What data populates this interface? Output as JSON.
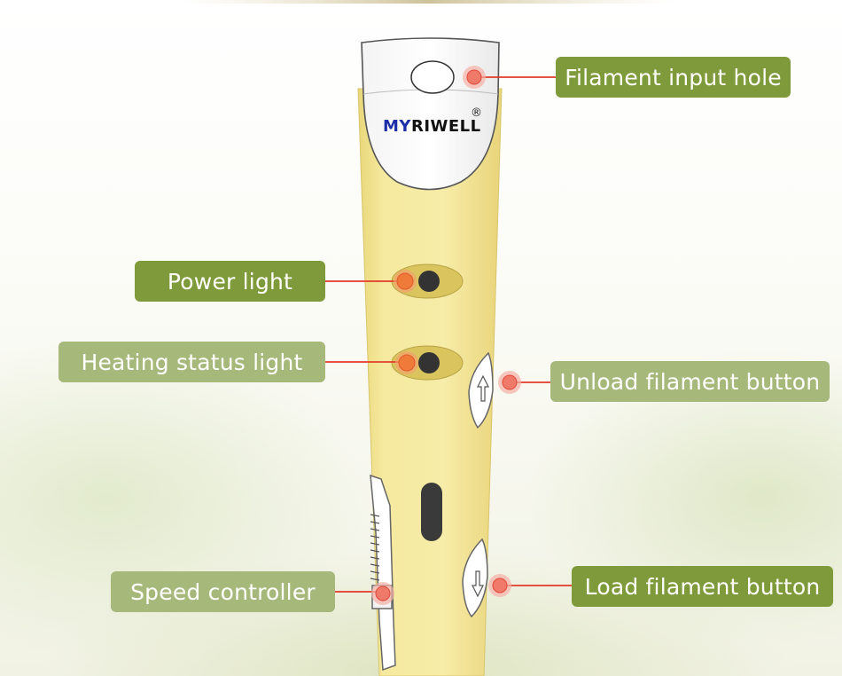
{
  "brand": {
    "logo_accent": "MY",
    "logo_rest": "RIWELL",
    "registered": "®"
  },
  "labels": {
    "filament_input_hole": "Filament input hole",
    "power_light": "Power light",
    "heating_status_light": "Heating status light",
    "unload_filament_button": "Unload filament button",
    "speed_controller": "Speed controller",
    "load_filament_button": "Load filament button"
  },
  "colors": {
    "pen_body": "#f3e79c",
    "label_dark": "#7f9a3a",
    "label_light": "#a6b97b",
    "leader_line": "#e23a2a",
    "marker": "#f08070",
    "brand_blue": "#1d2fa8"
  }
}
